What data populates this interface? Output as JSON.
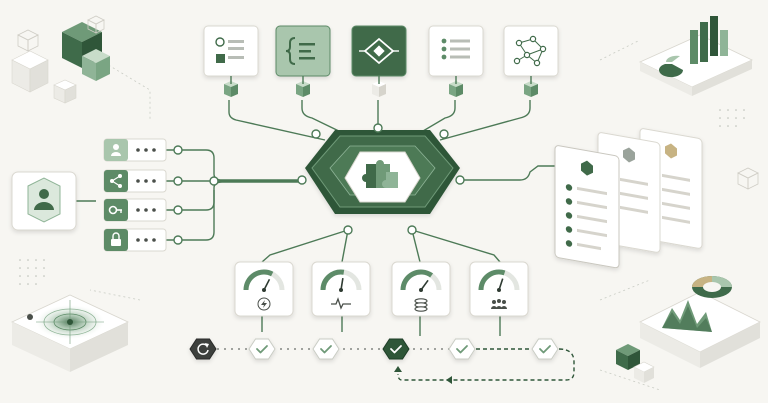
{
  "colors": {
    "background": "#f7f6f2",
    "accent_dark": "#3f6b4a",
    "accent_mid": "#5d8b67",
    "accent_light": "#a9c6ad",
    "accent_pale": "#dbe8dc",
    "card": "#ffffff",
    "card_edge": "#dad8d0",
    "line": "#4d7a57",
    "muted": "#9aa39b",
    "gold": "#c7b383"
  },
  "hub": {
    "icon": "puzzle-icon"
  },
  "top_cards": [
    {
      "name": "document-card",
      "icon": "document-icon",
      "style": "light"
    },
    {
      "name": "code-card",
      "icon": "code-braces-icon",
      "style": "mid"
    },
    {
      "name": "chip-card",
      "icon": "diamond-chip-icon",
      "style": "dark"
    },
    {
      "name": "list-card",
      "icon": "list-icon",
      "style": "light"
    },
    {
      "name": "network-card",
      "icon": "network-graph-icon",
      "style": "light"
    }
  ],
  "left_inputs": [
    {
      "icon": "user-icon"
    },
    {
      "icon": "share-icon"
    },
    {
      "icon": "key-icon"
    },
    {
      "icon": "lock-icon"
    }
  ],
  "gauges": [
    {
      "icon": "lightning-icon",
      "level": 0.65
    },
    {
      "icon": "pulse-icon",
      "level": 0.55
    },
    {
      "icon": "database-icon",
      "level": 0.7
    },
    {
      "icon": "team-icon",
      "level": 0.6
    }
  ],
  "pipeline_steps": [
    {
      "type": "restart",
      "state": "active"
    },
    {
      "type": "check",
      "state": "done"
    },
    {
      "type": "check",
      "state": "done"
    },
    {
      "type": "check",
      "state": "current"
    },
    {
      "type": "check",
      "state": "done"
    },
    {
      "type": "check",
      "state": "done"
    }
  ]
}
